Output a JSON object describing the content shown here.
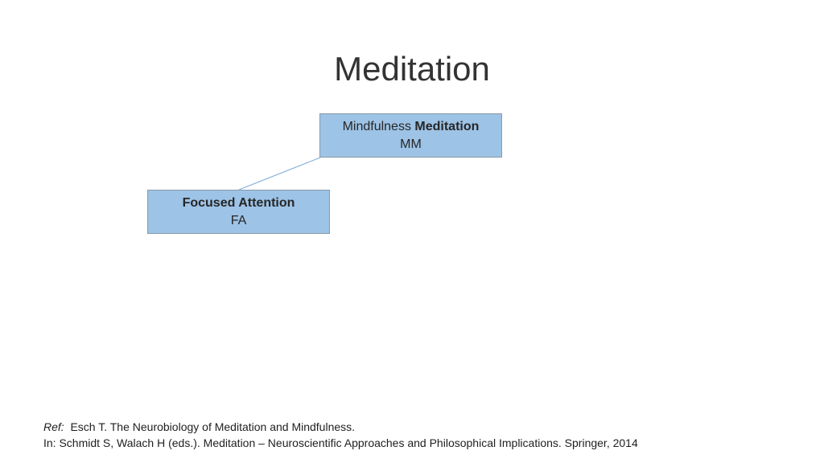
{
  "slide": {
    "title": "Meditation"
  },
  "nodes": {
    "mindfulness": {
      "label_regular": "Mindfulness ",
      "label_bold": "Meditation",
      "abbreviation": "MM"
    },
    "focused_attention": {
      "label_bold": "Focused Attention",
      "abbreviation": "FA"
    }
  },
  "reference": {
    "prefix": "Ref:",
    "line1": "  Esch T. The Neurobiology of Meditation and Mindfulness.",
    "line2": "In: Schmidt S, Walach H (eds.). Meditation – Neuroscientific Approaches and Philosophical Implications. Springer, 2014"
  },
  "colors": {
    "node_fill": "#9dc3e6",
    "node_border": "#8a9aa8",
    "connector": "#7aaad6"
  }
}
